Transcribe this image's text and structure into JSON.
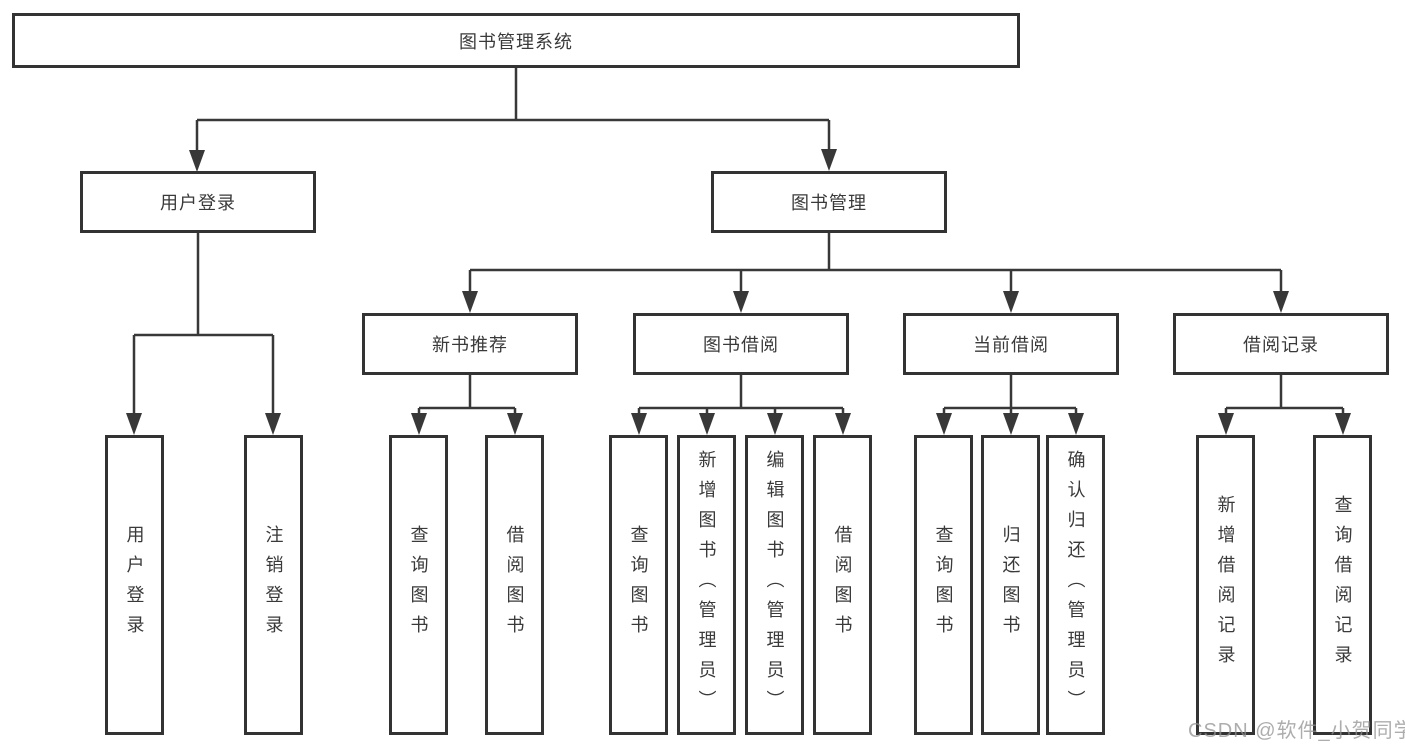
{
  "diagram": {
    "root": {
      "label": "图书管理系统"
    },
    "level2": [
      {
        "label": "用户登录"
      },
      {
        "label": "图书管理"
      }
    ],
    "level3": [
      {
        "label": "新书推荐",
        "parent": "图书管理"
      },
      {
        "label": "图书借阅",
        "parent": "图书管理"
      },
      {
        "label": "当前借阅",
        "parent": "图书管理"
      },
      {
        "label": "借阅记录",
        "parent": "图书管理"
      }
    ],
    "leaves": [
      {
        "label": "用户登录",
        "parent": "用户登录"
      },
      {
        "label": "注销登录",
        "parent": "用户登录"
      },
      {
        "label": "查询图书",
        "parent": "新书推荐"
      },
      {
        "label": "借阅图书",
        "parent": "新书推荐"
      },
      {
        "label": "查询图书",
        "parent": "图书借阅"
      },
      {
        "label": "新增图书（管理员）",
        "parent": "图书借阅"
      },
      {
        "label": "编辑图书（管理员）",
        "parent": "图书借阅"
      },
      {
        "label": "借阅图书",
        "parent": "图书借阅"
      },
      {
        "label": "查询图书",
        "parent": "当前借阅"
      },
      {
        "label": "归还图书",
        "parent": "当前借阅"
      },
      {
        "label": "确认归还（管理员）",
        "parent": "当前借阅"
      },
      {
        "label": "新增借阅记录",
        "parent": "借阅记录"
      },
      {
        "label": "查询借阅记录",
        "parent": "借阅记录"
      }
    ],
    "watermark": "CSDN @软件_小贺同学",
    "colors": {
      "line": "#383838",
      "box_border": "#333333",
      "box_fill": "#ffffff",
      "text": "#3a3a3a",
      "watermark": "#b3b3b3",
      "background": "#ffffff"
    }
  }
}
